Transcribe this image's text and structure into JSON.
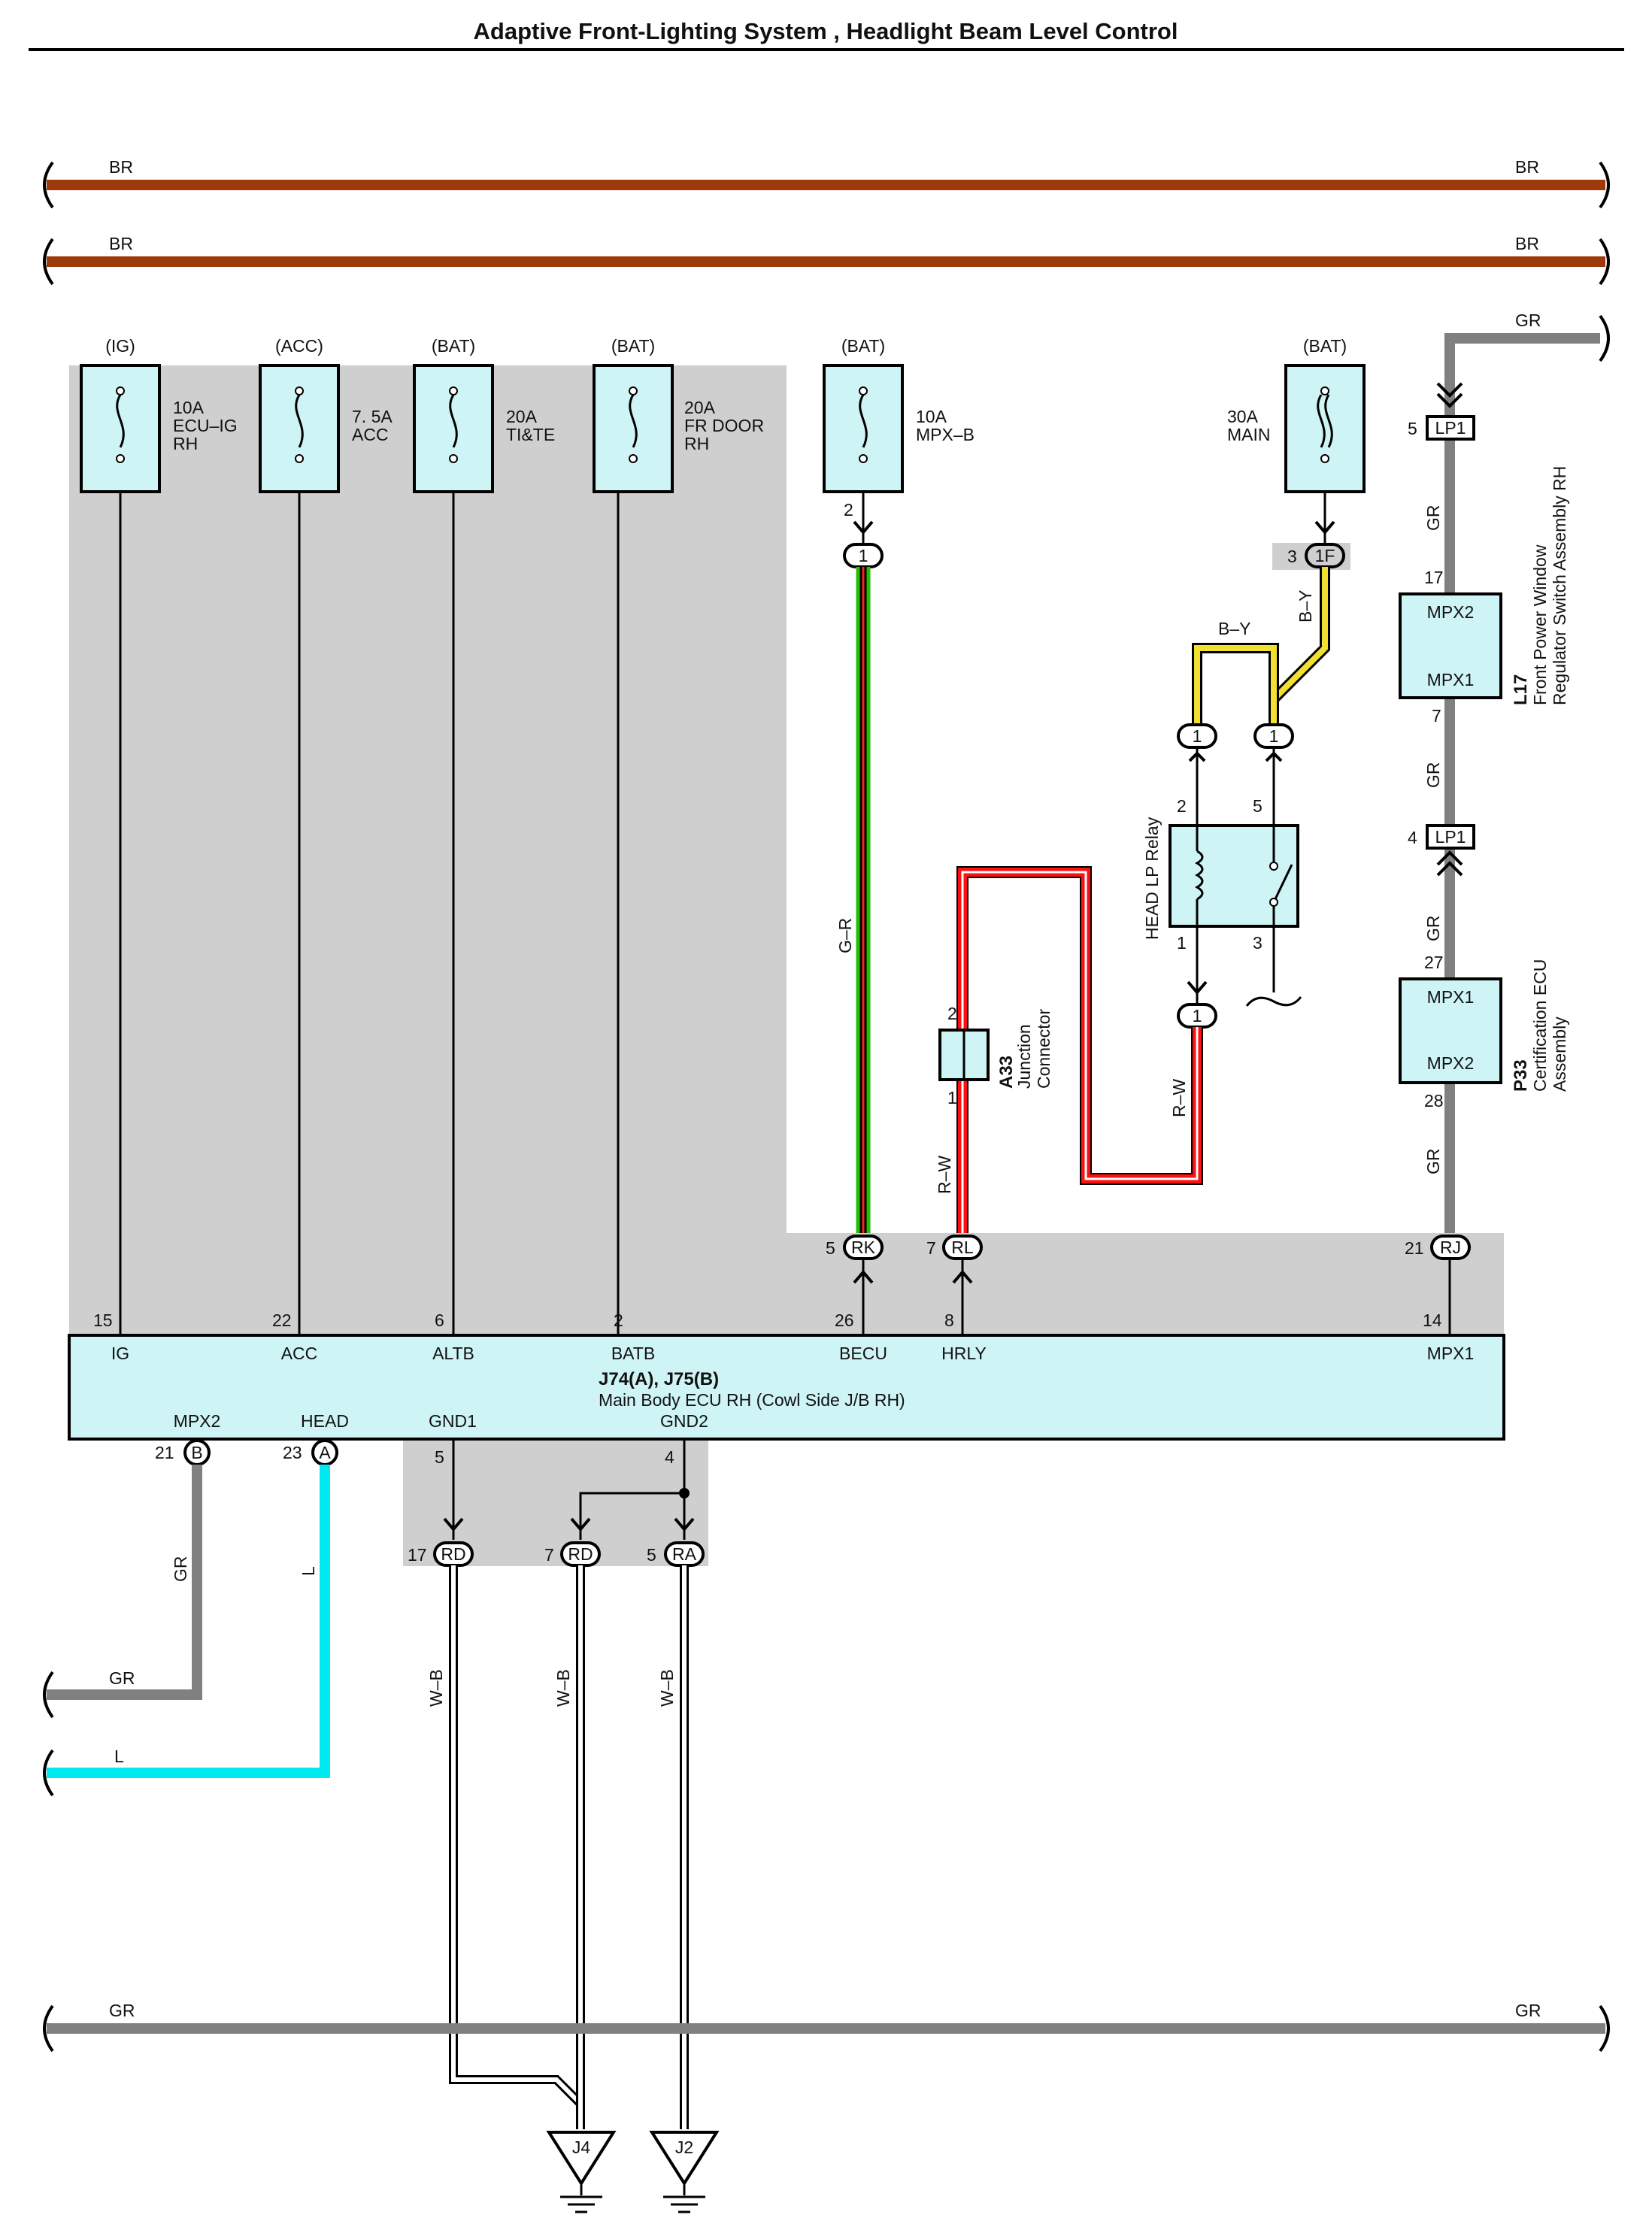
{
  "title": "Adaptive Front-Lighting System , Headlight Beam Level Control",
  "wire_colors": {
    "BR": "#9e3a0a",
    "GR": "#808080",
    "L": "#00e8f0",
    "G_R_green": "#22c000",
    "G_R_red": "#ff2020",
    "R_W": "#ff1010",
    "B_Y": "#f0e030",
    "W_B": "#ffffff",
    "component_fill": "#cff4f6",
    "shade": "#cfcfcf"
  },
  "bus_labels": {
    "br_top_left": "BR",
    "br_top_right": "BR",
    "br_second_left": "BR",
    "br_second_right": "BR",
    "gr_top_right": "GR",
    "gr_bottom_left": "GR",
    "gr_bottom_right": "GR",
    "gr_left": "GR",
    "l_left": "L"
  },
  "fuses": [
    {
      "source": "(IG)",
      "line1": "10A",
      "line2": "ECU–IG",
      "line3": "RH",
      "pin": "15"
    },
    {
      "source": "(ACC)",
      "line1": "7. 5A",
      "line2": "ACC",
      "line3": "",
      "pin": "22"
    },
    {
      "source": "(BAT)",
      "line1": "20A",
      "line2": "TI&TE",
      "line3": "",
      "pin": "6"
    },
    {
      "source": "(BAT)",
      "line1": "20A",
      "line2": "FR DOOR",
      "line3": "RH",
      "pin": "2"
    },
    {
      "source": "(BAT)",
      "line1": "10A",
      "line2": "MPX–B",
      "line3": "",
      "pin": "2"
    },
    {
      "source": "(BAT)",
      "line1": "30A",
      "line2": "MAIN",
      "line3": "",
      "pin": "3"
    }
  ],
  "connectors": {
    "c1_mpxb": "1",
    "c1f": "1F",
    "c1f_pin": "3",
    "relay_in_left": "1",
    "relay_in_right": "1",
    "relay_out": "1",
    "lp1_top": "LP1",
    "lp1_top_pin": "5",
    "lp1_bottom": "LP1",
    "lp1_bottom_pin": "4",
    "rk": "RK",
    "rk_pin": "5",
    "rl": "RL",
    "rl_pin": "7",
    "rj": "RJ",
    "rj_pin": "21",
    "b": "B",
    "b_pin": "21",
    "a": "A",
    "a_pin": "23",
    "rd1": "RD",
    "rd1_pin": "17",
    "rd2": "RD",
    "rd2_pin": "7",
    "ra": "RA",
    "ra_pin": "5"
  },
  "wire_labels": {
    "g_r": "G–R",
    "b_y_h": "B–Y",
    "b_y_v": "B–Y",
    "r_w_left": "R–W",
    "r_w_right": "R–W",
    "gr1": "GR",
    "gr2": "GR",
    "gr3": "GR",
    "gr4": "GR",
    "gr_left_v": "GR",
    "l_v": "L",
    "wb1": "W–B",
    "wb2": "W–B",
    "wb3": "W–B"
  },
  "relay": {
    "name": "HEAD LP Relay",
    "pin_tl": "2",
    "pin_tr": "5",
    "pin_bl": "1",
    "pin_br": "3"
  },
  "junction": {
    "id": "A33",
    "name1": "Junction",
    "name2": "Connector",
    "pin_top": "2",
    "pin_bottom": "1"
  },
  "l17": {
    "id": "L17",
    "name1": "Front Power Window",
    "name2": "Regulator Switch Assembly RH",
    "top_label": "MPX2",
    "bottom_label": "MPX1",
    "pin_top": "17",
    "pin_bottom": "7"
  },
  "p33": {
    "id": "P33",
    "name1": "Certification ECU",
    "name2": "Assembly",
    "top_label": "MPX1",
    "bottom_label": "MPX2",
    "pin_top": "27",
    "pin_bottom": "28"
  },
  "ecu": {
    "ids": "J74(A), J75(B)",
    "name": "Main Body ECU RH (Cowl Side J/B RH)",
    "top_pins": [
      {
        "label": "IG",
        "pin": "15"
      },
      {
        "label": "ACC",
        "pin": "22"
      },
      {
        "label": "ALTB",
        "pin": "6"
      },
      {
        "label": "BATB",
        "pin": "2"
      },
      {
        "label": "BECU",
        "pin": "26"
      },
      {
        "label": "HRLY",
        "pin": "8"
      },
      {
        "label": "MPX1",
        "pin": "14"
      }
    ],
    "bottom_pins": [
      {
        "label": "MPX2"
      },
      {
        "label": "HEAD"
      },
      {
        "label": "GND1",
        "pin": "5"
      },
      {
        "label": "GND2",
        "pin": "4"
      }
    ]
  },
  "grounds": {
    "j4": "J4",
    "j2": "J2"
  }
}
